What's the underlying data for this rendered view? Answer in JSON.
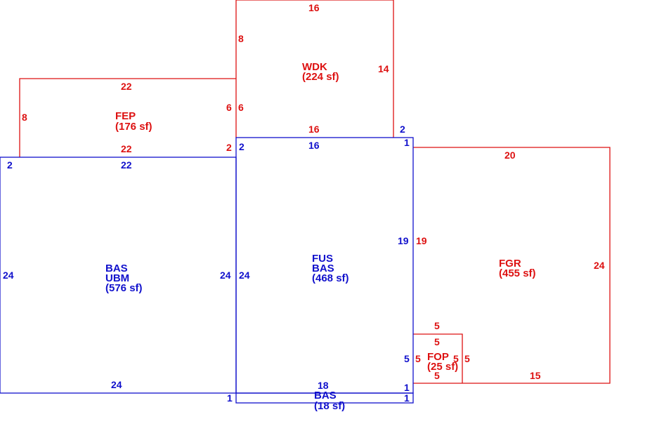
{
  "colors": {
    "red": "#dd1111",
    "blue": "#1111cc"
  },
  "areas": {
    "wdk": {
      "name": "WDK",
      "area": "(224 sf)"
    },
    "fep": {
      "name": "FEP",
      "area": "(176 sf)"
    },
    "bas_ubm": {
      "line1": "BAS",
      "line2": "UBM",
      "area": "(576 sf)"
    },
    "fus_bas": {
      "line1": "FUS",
      "line2": "BAS",
      "area": "(468 sf)"
    },
    "fgr": {
      "name": "FGR",
      "area": "(455 sf)"
    },
    "fop": {
      "name": "FOP",
      "area": "(25 sf)"
    },
    "bas_small": {
      "name": "BAS",
      "area": "(18 sf)"
    }
  },
  "dimensions": {
    "wdk_top": "16",
    "wdk_left": "8",
    "wdk_right": "14",
    "wdk_bottom": "16",
    "wdk_left_lower": "6",
    "fep_top": "22",
    "fep_left": "8",
    "fep_right": "6",
    "fep_bottom": "22",
    "fep_step": "2",
    "fus_top": "16",
    "fus_step_top": "2",
    "fus_step_left": "2",
    "fus_right_step": "1",
    "bas_top": "22",
    "bas_left_step": "2",
    "bas_left": "24",
    "bas_right": "24",
    "bas_bottom": "24",
    "fus_left": "24",
    "fus_right": "19",
    "fus_bottom": "18",
    "fus_bottom_left": "1",
    "fgr_top": "20",
    "fgr_left": "19",
    "fgr_right": "24",
    "fgr_bottom": "15",
    "fop_top_outer": "5",
    "fop_top_inner": "5",
    "fop_left_outer": "5",
    "fop_left_inner": "5",
    "fop_right_inner": "5",
    "fop_right_outer": "5",
    "fop_bottom": "5",
    "small_right_top": "1",
    "small_right_bottom": "1"
  }
}
